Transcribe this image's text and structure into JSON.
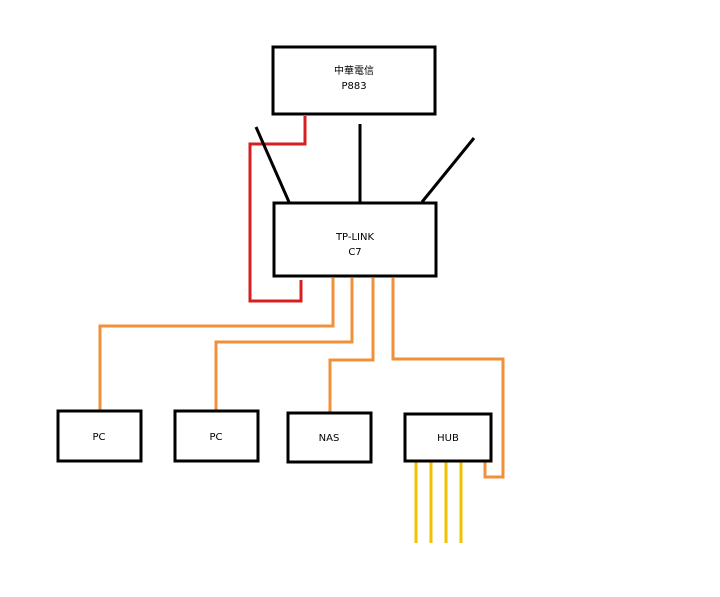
{
  "nodes": {
    "modem": {
      "line1": "中華電信",
      "line2": "P883"
    },
    "router": {
      "line1": "TP-LINK",
      "line2": "C7"
    },
    "pc1": {
      "label": "PC"
    },
    "pc2": {
      "label": "PC"
    },
    "nas": {
      "label": "NAS"
    },
    "hub": {
      "label": "HUB"
    }
  },
  "colors": {
    "wan_cable": "#d42020",
    "lan_cable": "#f0903a",
    "hub_ports": "#f2c200",
    "box_stroke": "#000000"
  }
}
